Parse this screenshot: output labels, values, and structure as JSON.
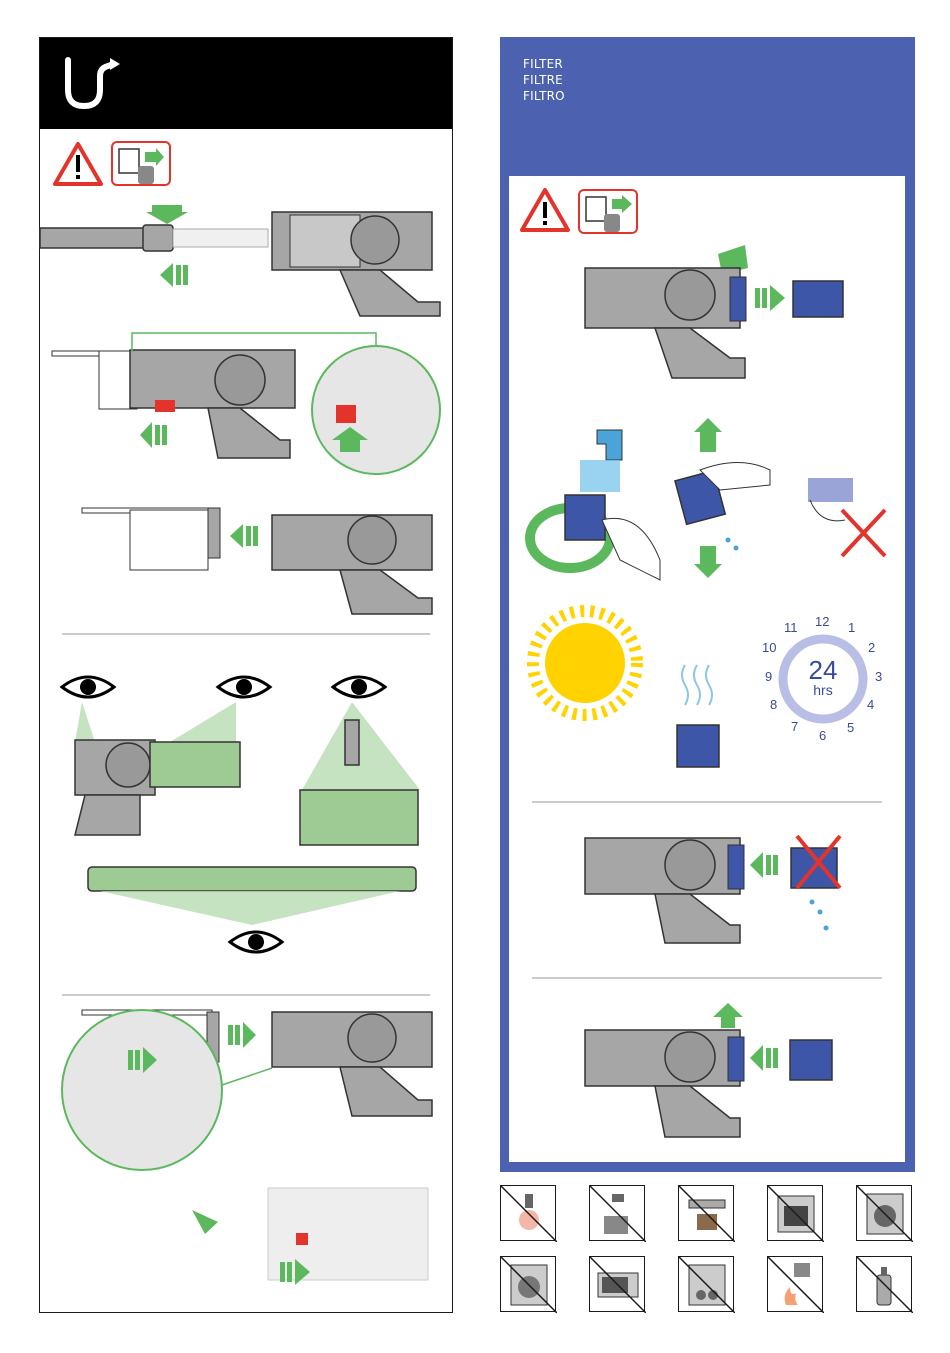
{
  "filter_header": {
    "lines": [
      "FILTER",
      "FILTRE",
      "FILTRO"
    ]
  },
  "clock": {
    "hours_value": "24",
    "hours_unit": "hrs",
    "numerals": [
      "12",
      "1",
      "2",
      "3",
      "4",
      "5",
      "6",
      "7",
      "8",
      "9",
      "10",
      "11"
    ]
  },
  "icons": {
    "left_header": "u-bend-icon",
    "warning": "warning-triangle-icon",
    "unplug": "unplug-icon",
    "eye": "eye-icon",
    "sun": "sun-icon",
    "prohibited_row_1": [
      "no-dishwasher-icon",
      "no-tap-water-icon",
      "no-brush-icon",
      "no-oven-icon",
      "no-washing-machine-icon"
    ],
    "prohibited_row_2": [
      "no-tumble-dryer-icon",
      "no-microwave-icon",
      "no-dishwasher-rack-icon",
      "no-fire-icon",
      "no-spray-icon"
    ]
  },
  "colors": {
    "accent_blue": "#4c61b0",
    "arrow_green": "#5cb85c",
    "warning_red": "#e2342b",
    "sun_yellow": "#ffd200",
    "filter_blue": "#3e56a8",
    "vacuum_grey": "#a6a6a6"
  }
}
